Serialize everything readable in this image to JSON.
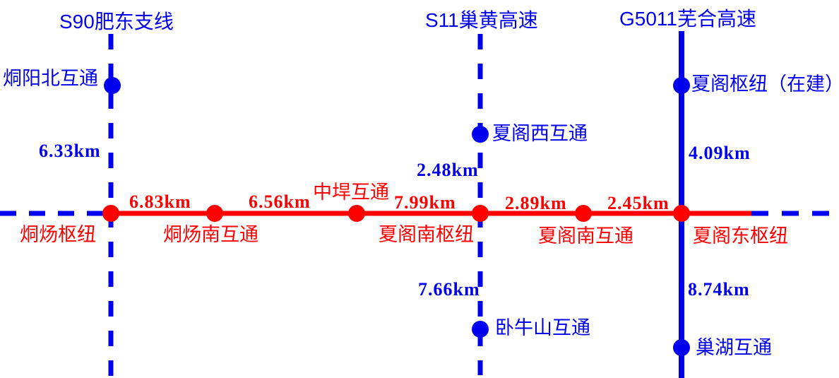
{
  "colors": {
    "main_route_red": "#ff0000",
    "highway_blue": "#0000ee"
  },
  "crossing_highways": [
    {
      "id": "s90",
      "label": "S90肥东支线",
      "line_style": "dashed"
    },
    {
      "id": "s11",
      "label": "S11巢黄高速",
      "line_style": "dashed"
    },
    {
      "id": "g5011",
      "label": "G5011芜合高速",
      "line_style": "solid"
    }
  ],
  "main_route": {
    "nodes": [
      {
        "label": "烔炀枢纽"
      },
      {
        "label": "烔炀南互通"
      },
      {
        "label": "中垾互通"
      },
      {
        "label": "夏阁南枢纽"
      },
      {
        "label": "夏阁南互通"
      },
      {
        "label": "夏阁东枢纽"
      }
    ],
    "segment_distances": [
      "6.83km",
      "6.56km",
      "7.99km",
      "2.89km",
      "2.45km"
    ]
  },
  "branch_nodes": [
    {
      "label": "烔阳北互通",
      "highway": "s90",
      "distance": "6.33km"
    },
    {
      "label": "夏阁西互通",
      "highway": "s11",
      "distance": "2.48km"
    },
    {
      "label": "卧牛山互通",
      "highway": "s11",
      "distance": "7.66km"
    },
    {
      "label": "夏阁枢纽（在建）",
      "highway": "g5011",
      "distance": "4.09km"
    },
    {
      "label": "巢湖互通",
      "highway": "g5011",
      "distance": "8.74km"
    }
  ]
}
